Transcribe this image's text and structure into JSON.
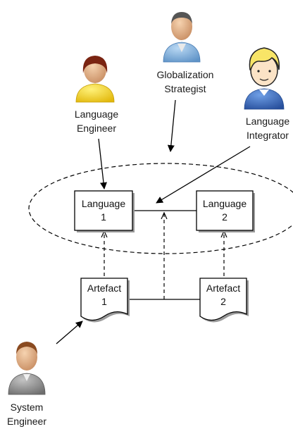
{
  "roles": {
    "globalization_strategist": {
      "line1": "Globalization",
      "line2": "Strategist"
    },
    "language_engineer": {
      "line1": "Language",
      "line2": "Engineer"
    },
    "language_integrator": {
      "line1": "Language",
      "line2": "Integrator"
    },
    "system_engineer": {
      "line1": "System",
      "line2": "Engineer"
    }
  },
  "boxes": {
    "language_1": {
      "line1": "Language",
      "line2": "1"
    },
    "language_2": {
      "line1": "Language",
      "line2": "2"
    },
    "artefact_1": {
      "line1": "Artefact",
      "line2": "1"
    },
    "artefact_2": {
      "line1": "Artefact",
      "line2": "2"
    }
  },
  "colors": {
    "box_border": "#000000",
    "box_fill": "#ffffff",
    "shadow": "#9a9a9a",
    "line": "#000000",
    "engineer_shirt": "#f2d21a",
    "integrator_shirt": "#3f6fc4",
    "strategist_shirt": "#7fb0dc",
    "system_engineer_shirt": "#8c8c8c"
  },
  "icons": {
    "language_engineer": "person-icon",
    "globalization_strategist": "person-icon",
    "language_integrator": "person-icon",
    "system_engineer": "person-icon"
  }
}
